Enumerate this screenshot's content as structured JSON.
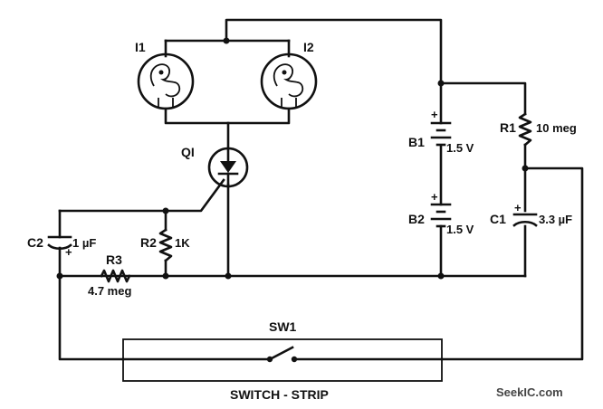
{
  "components": {
    "lamp_1": "I1",
    "lamp_2": "I2",
    "scr": "QI",
    "cap_2": {
      "ref": "C2",
      "value": "1 µF"
    },
    "res_2": {
      "ref": "R2",
      "value": "1K"
    },
    "res_3": {
      "ref": "R3",
      "value": "4.7 meg"
    },
    "bat_1": {
      "ref": "B1",
      "value": "1.5 V"
    },
    "bat_2": {
      "ref": "B2",
      "value": "1.5 V"
    },
    "res_1": {
      "ref": "R1",
      "value": "10 meg"
    },
    "cap_1": {
      "ref": "C1",
      "value": "3.3 µF"
    },
    "switch": {
      "ref": "SW1",
      "caption": "SWITCH - STRIP"
    }
  },
  "polarity": {
    "plus": "+"
  },
  "watermark": "SeekIC.com"
}
